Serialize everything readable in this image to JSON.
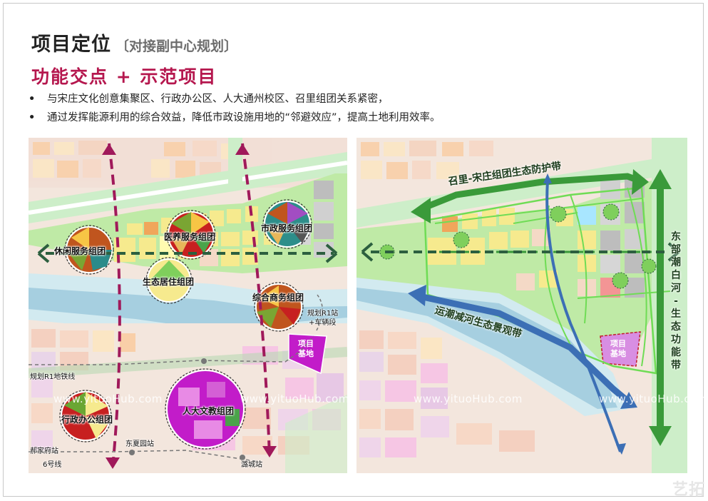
{
  "header": {
    "title": "项目定位",
    "title_sub": "〔对接副中心规划〕",
    "subtitle": "功能交点 + 示范项目"
  },
  "bullets": [
    "与宋庄文化创意集聚区、行政办公区、人大通州校区、召里组团关系紧密，",
    "通过发挥能源利用的综合效益，降低市政设施用地的“邻避效应”，提高土地利用效率。"
  ],
  "bullet_symbol": "•",
  "left_map": {
    "clusters": [
      "休闲服务组团",
      "医养服务组团",
      "市政服务组团",
      "生态居住组团",
      "综合商务组团",
      "行政办公组团",
      "人大文教组团"
    ],
    "station_r1": "规划R1站",
    "station_r1_sub": "+车辆段",
    "project_site_line1": "项目",
    "project_site_line2": "基地",
    "metro_line": "规划R1地铁线",
    "station_hao": "郝家府站",
    "line6": "6号线",
    "station_dxy": "东夏园站",
    "station_lc": "潞城站"
  },
  "right_map": {
    "belt_north": "召里-宋庄组团生态防护带",
    "belt_river": "运潮减河生态景观带",
    "belt_east_chars": [
      "东",
      "部",
      "潮",
      "白",
      "河",
      "-",
      "生",
      "态",
      "功",
      "能",
      "带"
    ],
    "project_site_line1": "项目",
    "project_site_line2": "基地"
  },
  "watermark": "www.yituoHub.com",
  "corner_logo": "艺拓",
  "colors": {
    "title_accent": "#b5174e",
    "arrow_magenta": "#a0195a",
    "arrow_darkgreen": "#2c5f3f",
    "belt_green": "#3a9a3a",
    "river_blue": "#3c6fb5",
    "site_purple": "#c21cc9"
  }
}
